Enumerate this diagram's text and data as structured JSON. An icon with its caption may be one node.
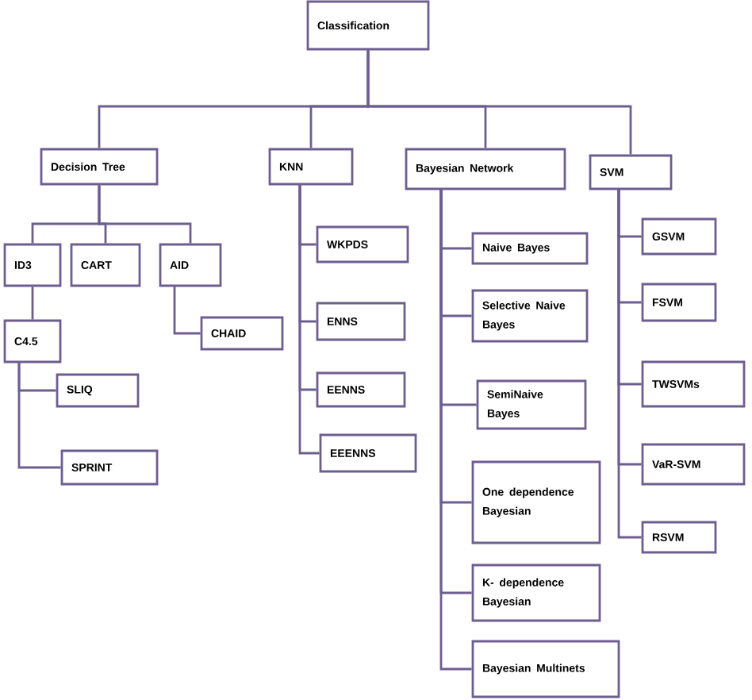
{
  "diagram": {
    "nodes": [
      {
        "text": [
          "Classification"
        ]
      },
      {
        "text": [
          "Decision Tree"
        ]
      },
      {
        "text": [
          "KNN"
        ]
      },
      {
        "text": [
          "Bayesian Network"
        ]
      },
      {
        "text": [
          "SVM"
        ]
      },
      {
        "text": [
          "ID3"
        ]
      },
      {
        "text": [
          "CART"
        ]
      },
      {
        "text": [
          "AID"
        ]
      },
      {
        "text": [
          "C4.5"
        ]
      },
      {
        "text": [
          "CHAID"
        ]
      },
      {
        "text": [
          "SLIQ"
        ]
      },
      {
        "text": [
          "SPRINT"
        ]
      },
      {
        "text": [
          "WKPDS"
        ]
      },
      {
        "text": [
          "ENNS"
        ]
      },
      {
        "text": [
          "EENNS"
        ]
      },
      {
        "text": [
          "EEENNS"
        ]
      },
      {
        "text": [
          "Naive Bayes"
        ]
      },
      {
        "text": [
          "Selective Naive Bayes"
        ]
      },
      {
        "text": [
          "SemiNaive Bayes"
        ]
      },
      {
        "text": [
          "One dependence Bayesian"
        ]
      },
      {
        "text": [
          "K- dependence Bayesian"
        ]
      },
      {
        "text": [
          "Bayesian Multinets"
        ]
      },
      {
        "text": [
          "GSVM"
        ]
      },
      {
        "text": [
          "FSVM"
        ]
      },
      {
        "text": [
          "TWSVMs"
        ]
      },
      {
        "text": [
          "VaR-SVM"
        ]
      },
      {
        "text": [
          "RSVM"
        ]
      }
    ],
    "edges": [
      {
        "from": 0,
        "to": 1,
        "arrow": "none"
      },
      {
        "from": 0,
        "to": 2,
        "arrow": "none"
      },
      {
        "from": 0,
        "to": 3,
        "arrow": "none"
      },
      {
        "from": 0,
        "to": 4,
        "arrow": "none"
      },
      {
        "from": 1,
        "to": 5,
        "arrow": "none"
      },
      {
        "from": 1,
        "to": 6,
        "arrow": "none"
      },
      {
        "from": 1,
        "to": 7,
        "arrow": "none"
      },
      {
        "from": 5,
        "to": 8,
        "arrow": "none"
      },
      {
        "from": 7,
        "to": 9,
        "arrow": "none"
      },
      {
        "from": 8,
        "to": 10,
        "arrow": "none"
      },
      {
        "from": 8,
        "to": 11,
        "arrow": "none"
      },
      {
        "from": 2,
        "to": 12,
        "arrow": "none"
      },
      {
        "from": 2,
        "to": 13,
        "arrow": "none"
      },
      {
        "from": 2,
        "to": 14,
        "arrow": "none"
      },
      {
        "from": 2,
        "to": 15,
        "arrow": "none"
      },
      {
        "from": 3,
        "to": 16,
        "arrow": "none"
      },
      {
        "from": 3,
        "to": 17,
        "arrow": "none"
      },
      {
        "from": 3,
        "to": 18,
        "arrow": "none"
      },
      {
        "from": 3,
        "to": 19,
        "arrow": "none"
      },
      {
        "from": 3,
        "to": 20,
        "arrow": "none"
      },
      {
        "from": 3,
        "to": 21,
        "arrow": "none"
      },
      {
        "from": 4,
        "to": 22,
        "arrow": "none"
      },
      {
        "from": 4,
        "to": 23,
        "arrow": "none"
      },
      {
        "from": 4,
        "to": 24,
        "arrow": "none"
      },
      {
        "from": 4,
        "to": 25,
        "arrow": "none"
      },
      {
        "from": 4,
        "to": 26,
        "arrow": "none"
      }
    ]
  }
}
